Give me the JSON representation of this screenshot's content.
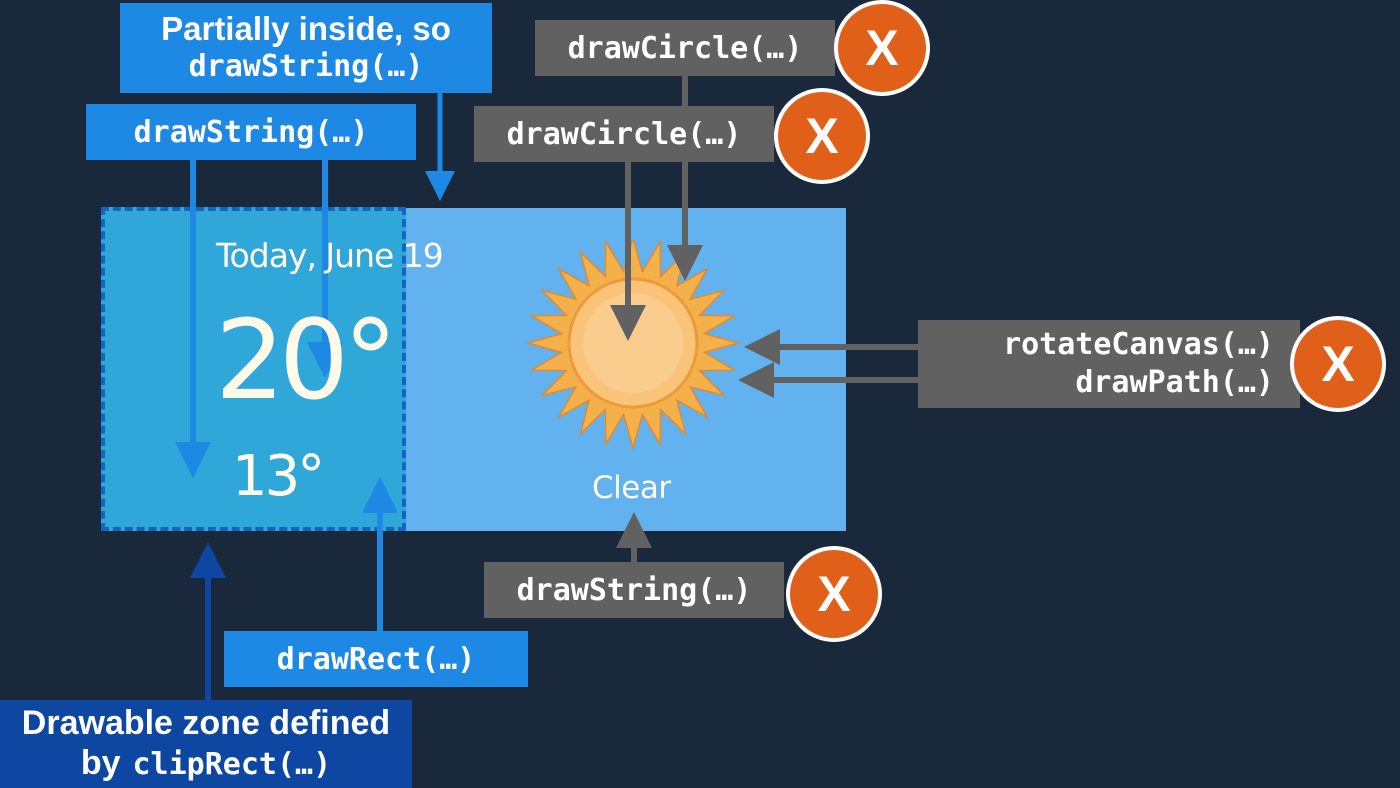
{
  "card": {
    "date": "Today, June 19",
    "high": "20°",
    "low": "13°",
    "condition": "Clear"
  },
  "labels": {
    "partial_line1": "Partially inside, so",
    "partial_line2": "drawString(…)",
    "draw_string_inside": "drawString(…)",
    "draw_circle_1": "drawCircle(…)",
    "draw_circle_2": "drawCircle(…)",
    "rotate_canvas": "rotateCanvas(…)",
    "draw_path": "drawPath(…)",
    "draw_string_clear": "drawString(…)",
    "draw_rect": "drawRect(…)",
    "zone_line1": "Drawable zone defined",
    "zone_by": "by",
    "zone_clip": "clipRect(…)"
  },
  "badges": {
    "x_mark": "X"
  },
  "colors": {
    "background": "#19283a",
    "card": "#63b2f0",
    "clip_zone": "#30a7d9",
    "clip_border": "#1565c0",
    "drawn_label": "#1e88e5",
    "zone_label": "#0d47a1",
    "skipped_label": "#616161",
    "skip_badge": "#e0601a",
    "sun": "#f4b04a"
  },
  "icons": {
    "sun": "sun-icon",
    "skip": "x-badge-icon"
  }
}
